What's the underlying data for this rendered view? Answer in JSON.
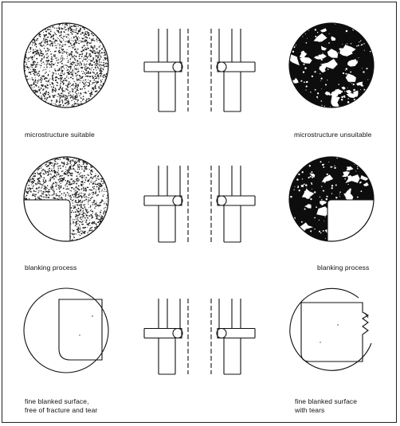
{
  "figure": {
    "rows": [
      {
        "left_caption": [
          "microstructure suitable"
        ],
        "right_caption": [
          "microstructure unsuitable"
        ],
        "left_icon": "fine-grain-microstructure",
        "right_icon": "coarse-grain-microstructure"
      },
      {
        "left_caption": [
          "blanking process"
        ],
        "right_caption": [
          "blanking process"
        ],
        "left_icon": "fine-grain-blanking",
        "right_icon": "coarse-grain-blanking"
      },
      {
        "left_caption": [
          "fine blanked surface,",
          "free of fracture and tear"
        ],
        "right_caption": [
          "fine blanked surface",
          "with tears"
        ],
        "left_icon": "smooth-sheared-edge",
        "right_icon": "torn-sheared-edge"
      }
    ]
  },
  "colors": {
    "ink": "#111111",
    "paper": "#ffffff"
  }
}
